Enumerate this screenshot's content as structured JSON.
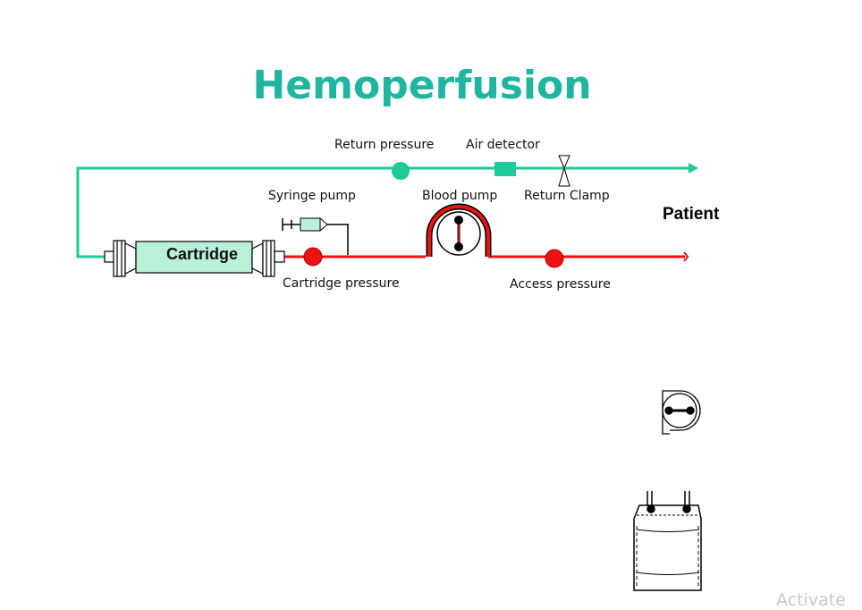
{
  "title": "Hemoperfusion",
  "labels": {
    "return_pressure": "Return pressure",
    "air_detector": "Air detector",
    "syringe_pump": "Syringe pump",
    "blood_pump": "Blood pump",
    "return_clamp": "Return Clamp",
    "patient": "Patient",
    "cartridge": "Cartridge",
    "cartridge_pressure": "Cartridge pressure",
    "access_pressure": "Access pressure"
  },
  "watermark": "Activate",
  "colors": {
    "title": "#1fb5a0",
    "return_line": "#1fc99a",
    "blood_line": "#ee1111",
    "cartridge_fill": "#b8f0d8"
  },
  "icons": [
    "blood-pump-icon",
    "syringe-icon",
    "clamp-icon",
    "blood-bag-icon",
    "spare-pump-icon"
  ]
}
